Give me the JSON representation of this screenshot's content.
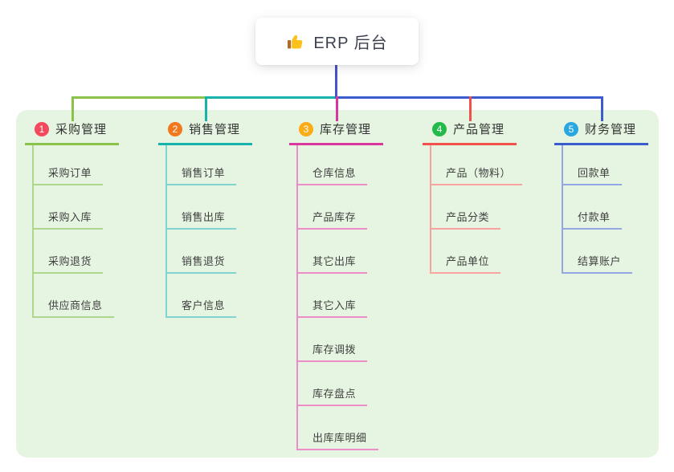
{
  "root": {
    "label": "ERP 后台",
    "icon": "thumbs-up-icon"
  },
  "colors": {
    "canvas_background": "#ffffff",
    "board_background": "#e6f5e1",
    "root_line": "#4753cb",
    "root_text": "#3c4150",
    "title_text": "#333333",
    "child_text": "#404040"
  },
  "branches": [
    {
      "num": "1",
      "title": "采购管理",
      "line_color": "#8bc34a",
      "light_color": "#aed68c",
      "badge_color": "#f5495e",
      "children": [
        "采购订单",
        "采购入库",
        "采购退货",
        "供应商信息"
      ]
    },
    {
      "num": "2",
      "title": "销售管理",
      "line_color": "#16b3ac",
      "light_color": "#82d5ce",
      "badge_color": "#f2771d",
      "children": [
        "销售订单",
        "销售出库",
        "销售退货",
        "客户信息"
      ]
    },
    {
      "num": "3",
      "title": "库存管理",
      "line_color": "#d9379e",
      "light_color": "#ec8cc8",
      "badge_color": "#fbab18",
      "children": [
        "仓库信息",
        "产品库存",
        "其它出库",
        "其它入库",
        "库存调拨",
        "库存盘点",
        "出库库明细"
      ]
    },
    {
      "num": "4",
      "title": "产品管理",
      "line_color": "#f1514a",
      "light_color": "#f8a39e",
      "badge_color": "#23ba49",
      "children": [
        "产品（物料）",
        "产品分类",
        "产品单位"
      ]
    },
    {
      "num": "5",
      "title": "财务管理",
      "line_color": "#3a5ccc",
      "light_color": "#93a7e3",
      "badge_color": "#28a7e0",
      "children": [
        "回款单",
        "付款单",
        "结算账户"
      ]
    }
  ]
}
